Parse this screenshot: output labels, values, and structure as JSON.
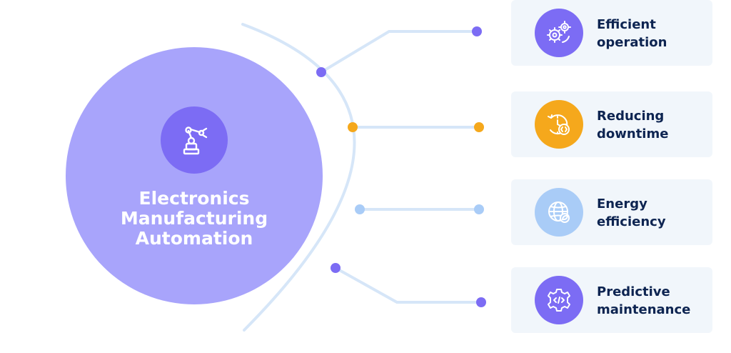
{
  "hub": {
    "title_lines": [
      "Electronics",
      "Manufacturing",
      "Automation"
    ],
    "icon": "robotic-arm-icon",
    "color": "#a8a4fb",
    "icon_background": "#7c6cf4"
  },
  "features": [
    {
      "lines": [
        "Efficient",
        "operation"
      ],
      "icon": "gears-icon",
      "color": "#7c6cf4"
    },
    {
      "lines": [
        "Reducing",
        "downtime"
      ],
      "icon": "clock-code-icon",
      "color": "#f5a81c"
    },
    {
      "lines": [
        "Energy",
        "efficiency"
      ],
      "icon": "globe-icon",
      "color": "#a9ccf7"
    },
    {
      "lines": [
        "Predictive",
        "maintenance"
      ],
      "icon": "gear-code-icon",
      "color": "#7c6cf4"
    }
  ],
  "colors": {
    "connector": "#d6e6f8",
    "text": "#0d2451",
    "card_background": "#f1f6fb"
  }
}
